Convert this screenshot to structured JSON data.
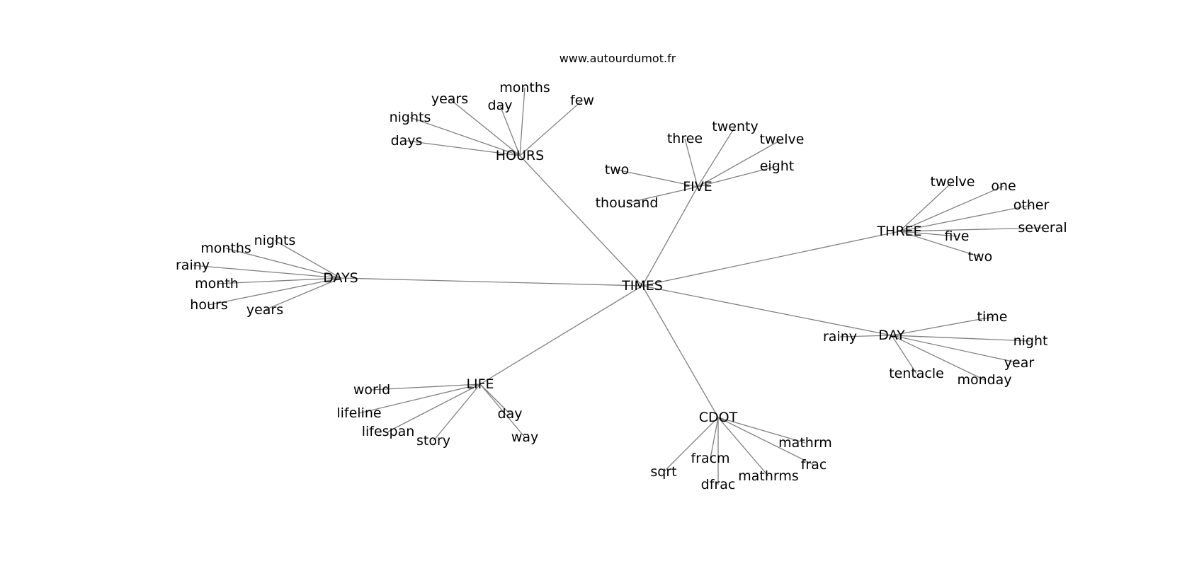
{
  "source": "www.autourdumot.fr",
  "graph": {
    "center": "TIMES",
    "clusters": [
      {
        "word": "HOURS",
        "related": [
          "years",
          "months",
          "day",
          "few",
          "nights",
          "days"
        ]
      },
      {
        "word": "FIVE",
        "related": [
          "three",
          "twenty",
          "twelve",
          "two",
          "eight",
          "thousand"
        ]
      },
      {
        "word": "THREE",
        "related": [
          "twelve",
          "one",
          "other",
          "several",
          "five",
          "two"
        ]
      },
      {
        "word": "DAYS",
        "related": [
          "nights",
          "months",
          "rainy",
          "month",
          "hours",
          "years"
        ]
      },
      {
        "word": "DAY",
        "related": [
          "time",
          "rainy",
          "night",
          "year",
          "tentacle",
          "monday"
        ]
      },
      {
        "word": "LIFE",
        "related": [
          "world",
          "lifeline",
          "lifespan",
          "story",
          "day",
          "way"
        ]
      },
      {
        "word": "CDOT",
        "related": [
          "mathrm",
          "frac",
          "fracm",
          "sqrt",
          "dfrac",
          "mathrms"
        ]
      }
    ]
  }
}
